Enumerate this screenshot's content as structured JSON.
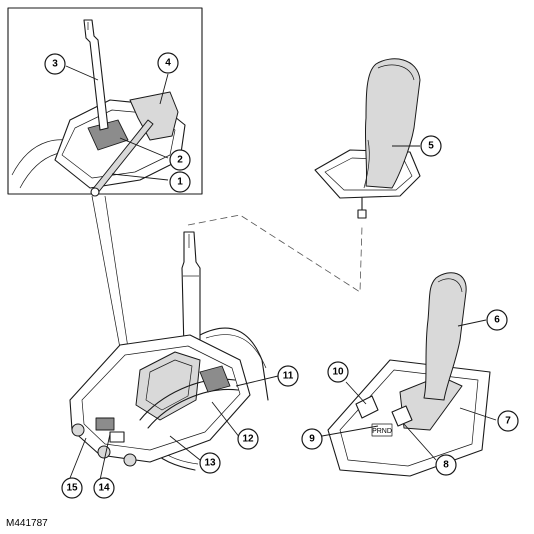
{
  "figure": {
    "reference_code": "M441787",
    "callouts": [
      "1",
      "2",
      "3",
      "4",
      "5",
      "6",
      "7",
      "8",
      "9",
      "10",
      "11",
      "12",
      "13",
      "14",
      "15"
    ]
  }
}
